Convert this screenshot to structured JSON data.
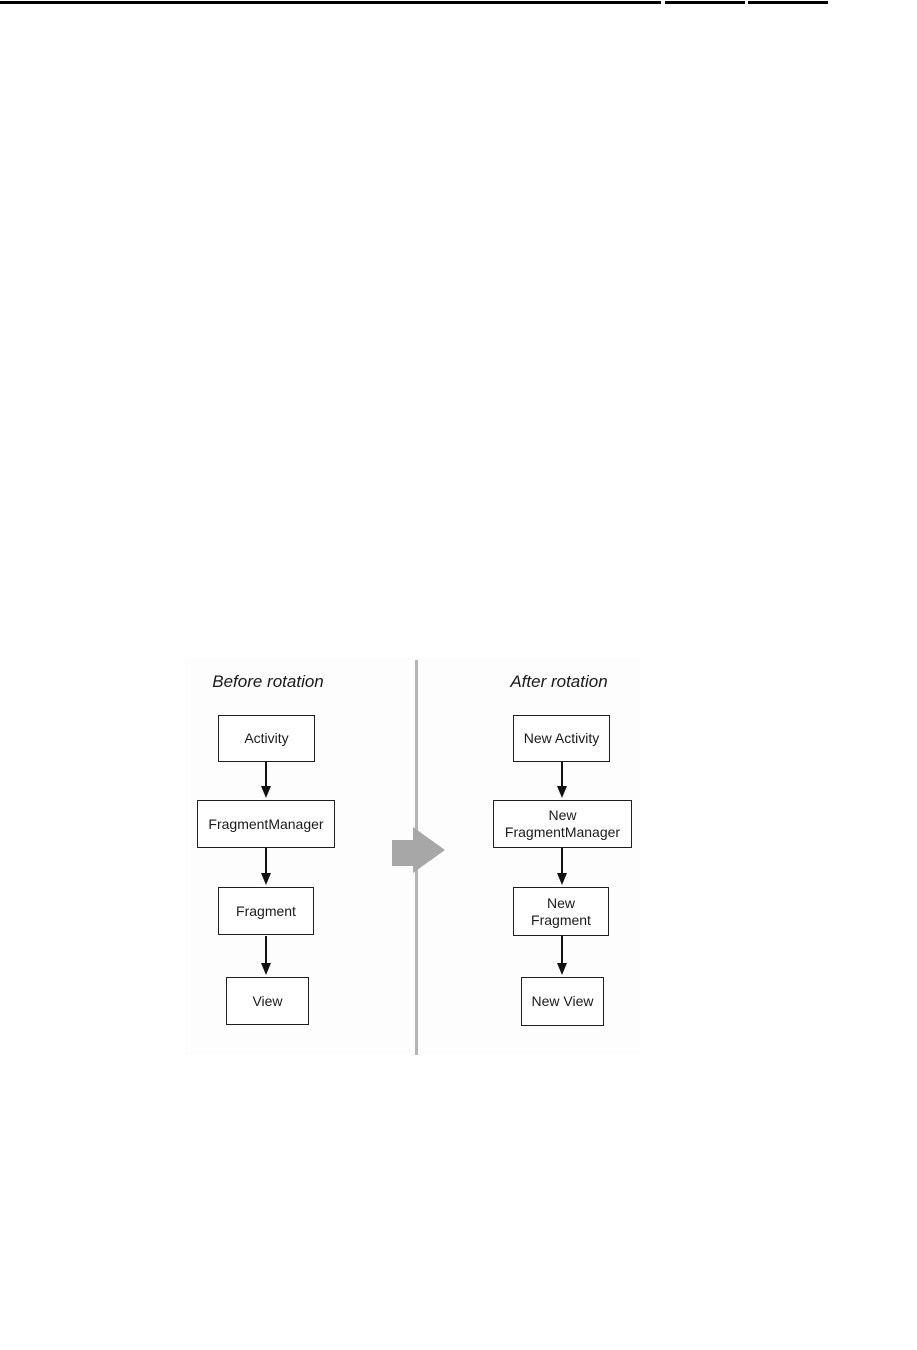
{
  "diagram": {
    "before": {
      "title": "Before rotation",
      "boxes": [
        {
          "label": "Activity"
        },
        {
          "label": "FragmentManager"
        },
        {
          "label": "Fragment"
        },
        {
          "label": "View"
        }
      ]
    },
    "after": {
      "title": "After rotation",
      "boxes": [
        {
          "label": "New Activity"
        },
        {
          "label": "New\nFragmentManager"
        },
        {
          "label": "New\nFragment"
        },
        {
          "label": "New View"
        }
      ]
    },
    "colors": {
      "divider": "#b5b5b5",
      "block_arrow": "#a7a7a7",
      "box_border": "#1f1f1f",
      "text": "#1a1a1a",
      "top_rule": "#000000"
    }
  }
}
